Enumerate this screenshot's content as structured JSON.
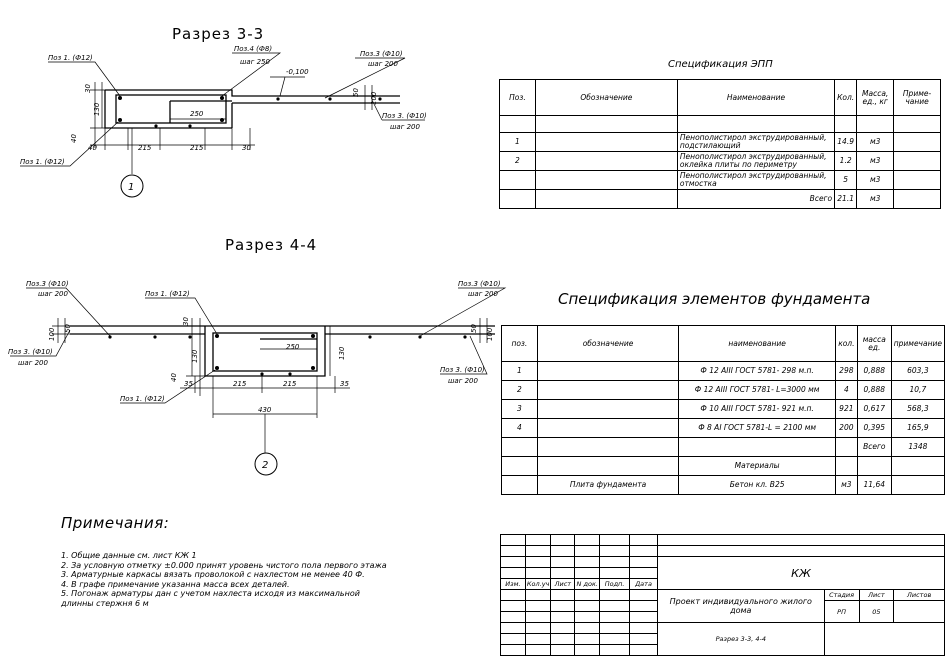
{
  "section33": {
    "title": "Разрез 3-3",
    "labels": {
      "poz1_top": "Поз 1. (Ф12)",
      "poz4": "Поз.4 (Ф8)",
      "poz4_step": "шаг 250",
      "poz3_top": "Поз.3 (Ф10)",
      "poz3_top_step": "шаг 200",
      "level": "-0,100",
      "poz3_right": "Поз 3. (Ф10)",
      "poz3_right_step": "шаг 200",
      "poz1_bottom": "Поз 1. (Ф12)",
      "callout": "1"
    },
    "dims": {
      "d30": "30",
      "d130": "130",
      "d40": "40",
      "d250": "250",
      "d40b": "40",
      "d215a": "215",
      "d215b": "215",
      "d30b": "30",
      "d50": "50",
      "d100": "100"
    }
  },
  "section44": {
    "title": "Разрез 4-4",
    "labels": {
      "poz3_left": "Поз.3 (Ф10)",
      "poz3_left_step": "шаг 200",
      "poz1_top": "Поз 1. (Ф12)",
      "poz3_right": "Поз.3 (Ф10)",
      "poz3_right_step": "шаг 200",
      "poz3_left2": "Поз 3. (Ф10)",
      "poz3_left2_step": "шаг 200",
      "poz3_right2": "Поз 3. (Ф10)",
      "poz3_right2_step": "шаг 200",
      "poz1_bottom": "Поз 1. (Ф12)",
      "callout": "2"
    },
    "dims": {
      "d100": "100",
      "d50": "50",
      "d30": "30",
      "d130": "130",
      "d250": "250",
      "d40": "40",
      "d35a": "35",
      "d215a": "215",
      "d215b": "215",
      "d35b": "35",
      "d430": "430",
      "d130r": "130",
      "d50r": "50",
      "d100r": "100"
    }
  },
  "spec_epp": {
    "title": "Спецификация ЭПП",
    "headers": [
      "Поз.",
      "Обозначение",
      "Наименование",
      "Кол.",
      "Масса, ед., кг",
      "Приме- чание"
    ],
    "rows": [
      [
        "1",
        "",
        "Пенополистирол экструдированный, подстилающий",
        "14.9",
        "м3",
        ""
      ],
      [
        "2",
        "",
        "Пенополистирол экструдированный, оклейка плиты по периметру",
        "1.2",
        "м3",
        ""
      ],
      [
        "",
        "",
        "Пенополистирол экструдированный, отмостка",
        "5",
        "м3",
        ""
      ],
      [
        "",
        "",
        "Всего",
        "21.1",
        "м3",
        ""
      ]
    ]
  },
  "spec_found": {
    "title": "Спецификация элементов фундамента",
    "headers": [
      "поз.",
      "обозначение",
      "наименование",
      "кол.",
      "масса ед.",
      "примечание"
    ],
    "rows": [
      [
        "1",
        "",
        "Ф 12 AIII ГОСТ 5781- 298 м.п.",
        "298",
        "0,888",
        "603,3"
      ],
      [
        "2",
        "",
        "Ф 12 AIII ГОСТ 5781- L=3000 мм",
        "4",
        "0,888",
        "10,7"
      ],
      [
        "3",
        "",
        "Ф 10 AIII ГОСТ 5781- 921 м.п.",
        "921",
        "0,617",
        "568,3"
      ],
      [
        "4",
        "",
        "Ф 8 AI ГОСТ 5781-L = 2100 мм",
        "200",
        "0,395",
        "165,9"
      ],
      [
        "",
        "",
        "",
        "",
        "Всего",
        "1348"
      ],
      [
        "",
        "",
        "Материалы",
        "",
        "",
        ""
      ],
      [
        "",
        "Плита фундамента",
        "Бетон кл. В25",
        "м3",
        "11,64",
        ""
      ]
    ]
  },
  "notes": {
    "title": "Примечания:",
    "lines": [
      "1. Общие данные см. лист КЖ 1",
      "2. За условную отметку ±0.000 принят уровень чистого пола первого этажа",
      "3. Арматурные каркасы вязать проволокой с нахлестом не менее 40 Ф.",
      "4. В графе примечание указанна масса всех деталей.",
      "5. Погонаж арматуры дан  с учетом нахлеста исходя из максимальной",
      "длинны стержня 6 м"
    ]
  },
  "stamp": {
    "cols": [
      "Изм.",
      "Кол.уч",
      "Лист",
      "N док.",
      "Подп.",
      "Дата"
    ],
    "code": "КЖ",
    "project": "Проект индивидуального жилого дома",
    "stage_label": "Стадия",
    "sheet_label": "Лист",
    "sheets_label": "Листов",
    "stage": "РП",
    "sheet": "05",
    "sheets": "",
    "drawing": "Разрез 3-3, 4-4"
  }
}
